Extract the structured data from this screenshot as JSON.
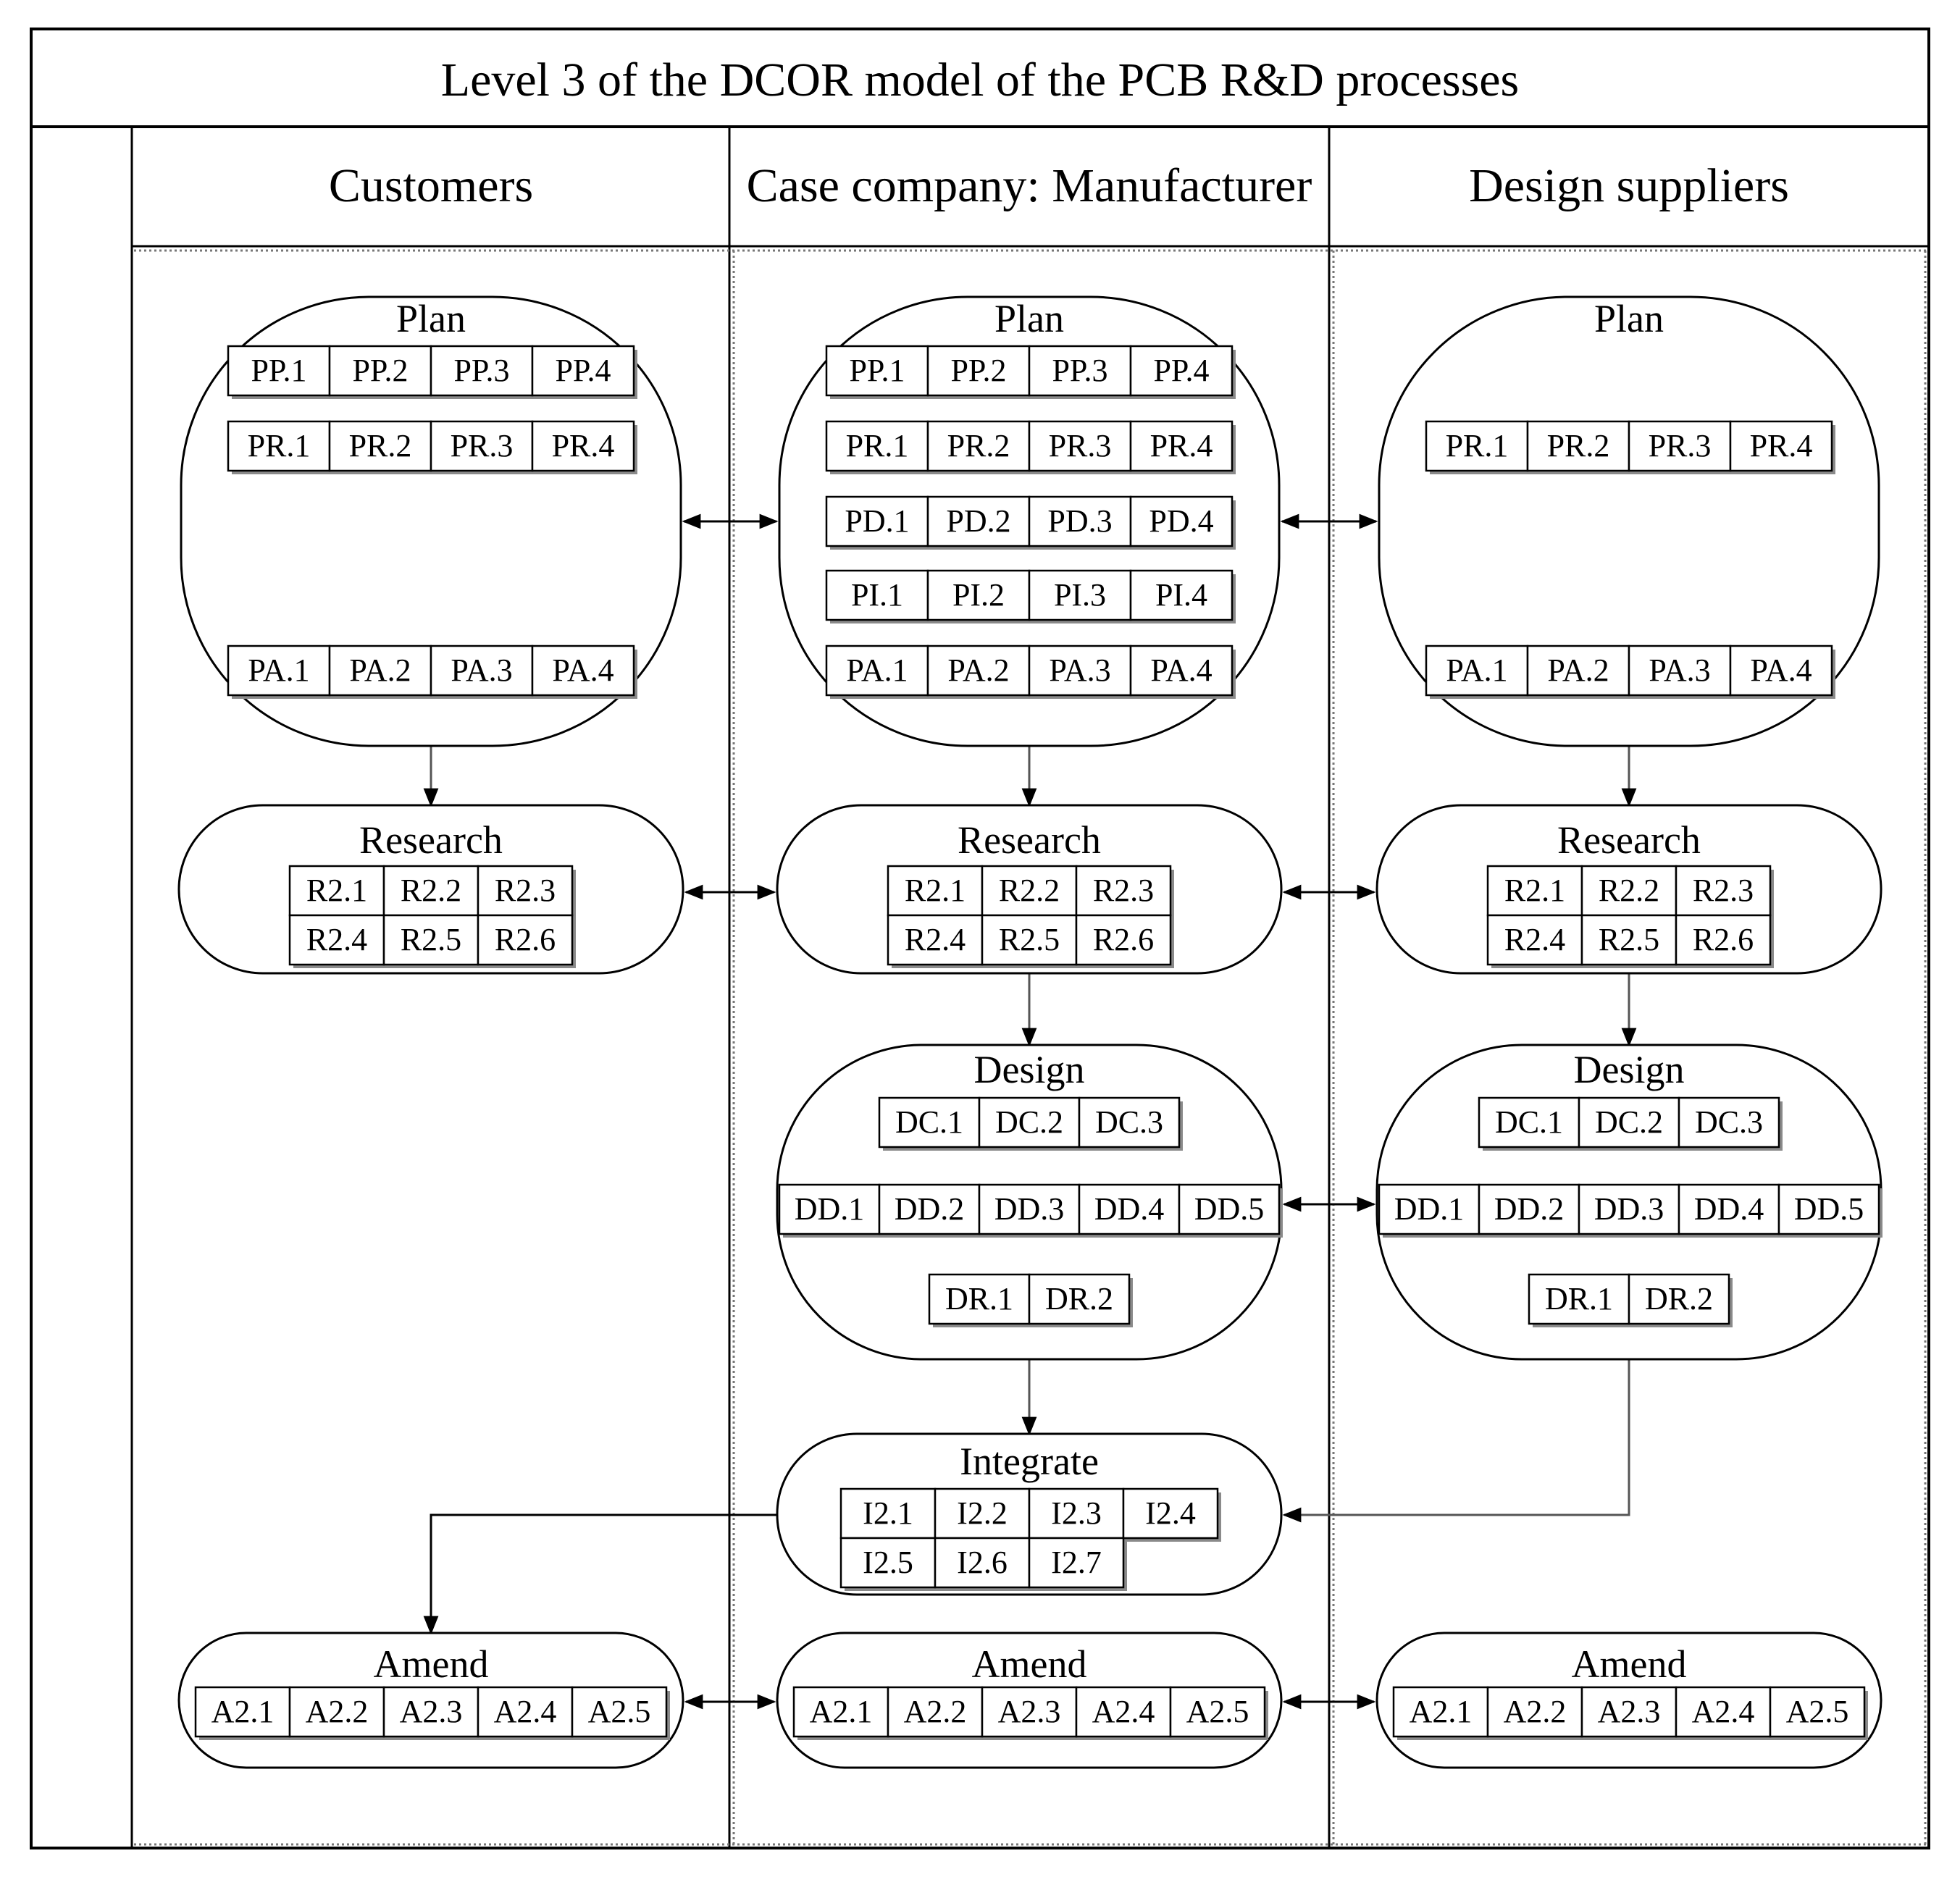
{
  "title": "Level 3 of the DCOR model of the PCB R&D processes",
  "lanes": [
    "Customers",
    "Case company: Manufacturer",
    "Design suppliers"
  ],
  "stages": [
    {
      "id": "cust-plan",
      "lane": 0,
      "label": "Plan",
      "kind": "plan",
      "rows": [
        [
          "PP.1",
          "PP.2",
          "PP.3",
          "PP.4"
        ],
        [
          "PR.1",
          "PR.2",
          "PR.3",
          "PR.4"
        ],
        null,
        null,
        [
          "PA.1",
          "PA.2",
          "PA.3",
          "PA.4"
        ]
      ]
    },
    {
      "id": "mfr-plan",
      "lane": 1,
      "label": "Plan",
      "kind": "plan",
      "rows": [
        [
          "PP.1",
          "PP.2",
          "PP.3",
          "PP.4"
        ],
        [
          "PR.1",
          "PR.2",
          "PR.3",
          "PR.4"
        ],
        [
          "PD.1",
          "PD.2",
          "PD.3",
          "PD.4"
        ],
        [
          "PI.1",
          "PI.2",
          "PI.3",
          "PI.4"
        ],
        [
          "PA.1",
          "PA.2",
          "PA.3",
          "PA.4"
        ]
      ]
    },
    {
      "id": "sup-plan",
      "lane": 2,
      "label": "Plan",
      "kind": "plan",
      "rows": [
        null,
        [
          "PR.1",
          "PR.2",
          "PR.3",
          "PR.4"
        ],
        null,
        null,
        [
          "PA.1",
          "PA.2",
          "PA.3",
          "PA.4"
        ]
      ]
    },
    {
      "id": "cust-research",
      "lane": 0,
      "label": "Research",
      "kind": "research",
      "rows": [
        [
          "R2.1",
          "R2.2",
          "R2.3"
        ],
        [
          "R2.4",
          "R2.5",
          "R2.6"
        ]
      ]
    },
    {
      "id": "mfr-research",
      "lane": 1,
      "label": "Research",
      "kind": "research",
      "rows": [
        [
          "R2.1",
          "R2.2",
          "R2.3"
        ],
        [
          "R2.4",
          "R2.5",
          "R2.6"
        ]
      ]
    },
    {
      "id": "sup-research",
      "lane": 2,
      "label": "Research",
      "kind": "research",
      "rows": [
        [
          "R2.1",
          "R2.2",
          "R2.3"
        ],
        [
          "R2.4",
          "R2.5",
          "R2.6"
        ]
      ]
    },
    {
      "id": "mfr-design",
      "lane": 1,
      "label": "Design",
      "kind": "design",
      "rows": [
        [
          "DC.1",
          "DC.2",
          "DC.3"
        ],
        [
          "DD.1",
          "DD.2",
          "DD.3",
          "DD.4",
          "DD.5"
        ],
        [
          "DR.1",
          "DR.2"
        ]
      ]
    },
    {
      "id": "sup-design",
      "lane": 2,
      "label": "Design",
      "kind": "design",
      "rows": [
        [
          "DC.1",
          "DC.2",
          "DC.3"
        ],
        [
          "DD.1",
          "DD.2",
          "DD.3",
          "DD.4",
          "DD.5"
        ],
        [
          "DR.1",
          "DR.2"
        ]
      ]
    },
    {
      "id": "mfr-integrate",
      "lane": 1,
      "label": "Integrate",
      "kind": "integrate",
      "rows": [
        [
          "I2.1",
          "I2.2",
          "I2.3",
          "I2.4"
        ],
        [
          "I2.5",
          "I2.6",
          "I2.7"
        ]
      ]
    },
    {
      "id": "cust-amend",
      "lane": 0,
      "label": "Amend",
      "kind": "amend",
      "rows": [
        [
          "A2.1",
          "A2.2",
          "A2.3",
          "A2.4",
          "A2.5"
        ]
      ]
    },
    {
      "id": "mfr-amend",
      "lane": 1,
      "label": "Amend",
      "kind": "amend",
      "rows": [
        [
          "A2.1",
          "A2.2",
          "A2.3",
          "A2.4",
          "A2.5"
        ]
      ]
    },
    {
      "id": "sup-amend",
      "lane": 2,
      "label": "Amend",
      "kind": "amend",
      "rows": [
        [
          "A2.1",
          "A2.2",
          "A2.3",
          "A2.4",
          "A2.5"
        ]
      ]
    }
  ],
  "connections": [
    {
      "from": "cust-plan",
      "to": "cust-research",
      "type": "down"
    },
    {
      "from": "mfr-plan",
      "to": "mfr-research",
      "type": "down"
    },
    {
      "from": "sup-plan",
      "to": "sup-research",
      "type": "down"
    },
    {
      "from": "mfr-research",
      "to": "mfr-design",
      "type": "down"
    },
    {
      "from": "sup-research",
      "to": "sup-design",
      "type": "down"
    },
    {
      "from": "mfr-design",
      "to": "mfr-integrate",
      "type": "down"
    },
    {
      "from": "cust-plan",
      "to": "mfr-plan",
      "type": "both"
    },
    {
      "from": "mfr-plan",
      "to": "sup-plan",
      "type": "both"
    },
    {
      "from": "cust-research",
      "to": "mfr-research",
      "type": "both"
    },
    {
      "from": "mfr-research",
      "to": "sup-research",
      "type": "both"
    },
    {
      "from": "mfr-design",
      "to": "sup-design",
      "type": "both"
    },
    {
      "from": "cust-amend",
      "to": "mfr-amend",
      "type": "both"
    },
    {
      "from": "mfr-amend",
      "to": "sup-amend",
      "type": "both"
    },
    {
      "from": "sup-design",
      "to": "mfr-integrate",
      "type": "elbow"
    },
    {
      "from": "mfr-integrate",
      "to": "cust-amend",
      "type": "elbow"
    }
  ]
}
